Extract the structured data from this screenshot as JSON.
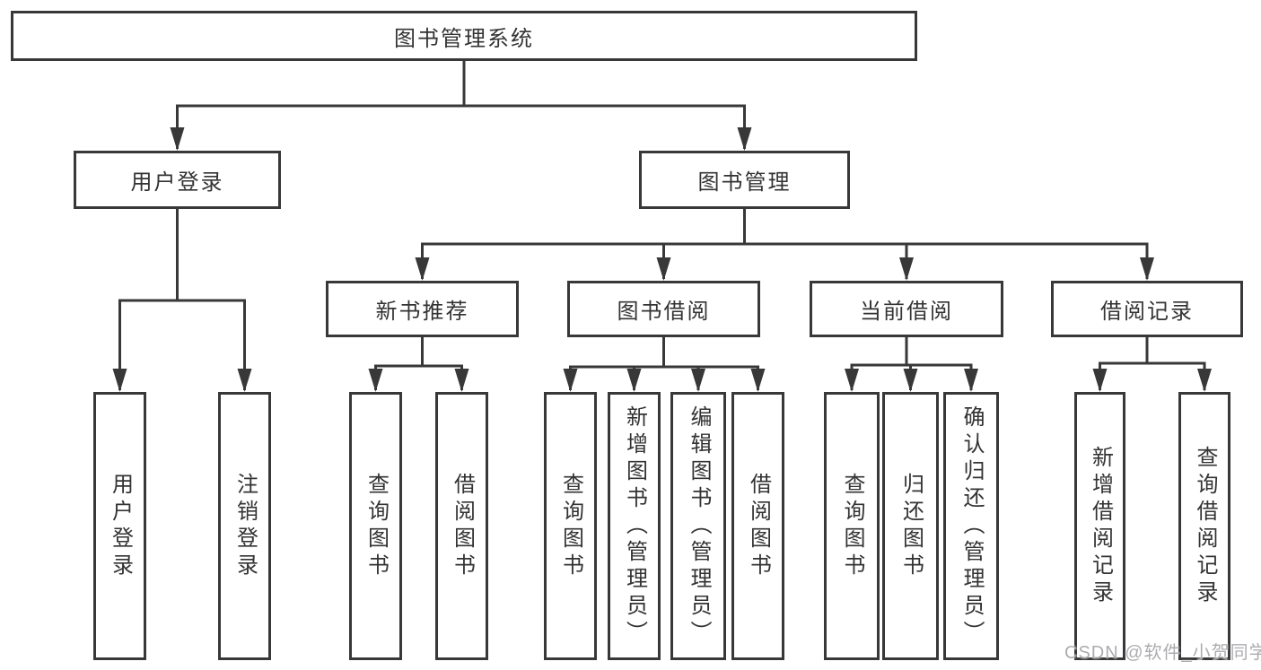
{
  "tree": {
    "label": "图书管理系统",
    "children": [
      {
        "label": "用户登录",
        "children": [
          {
            "label": "用户登录"
          },
          {
            "label": "注销登录"
          }
        ]
      },
      {
        "label": "图书管理",
        "children": [
          {
            "label": "新书推荐",
            "children": [
              {
                "label": "查询图书"
              },
              {
                "label": "借阅图书"
              }
            ]
          },
          {
            "label": "图书借阅",
            "children": [
              {
                "label": "查询图书"
              },
              {
                "label": "新增图书（管理员）"
              },
              {
                "label": "编辑图书（管理员）"
              },
              {
                "label": "借阅图书"
              }
            ]
          },
          {
            "label": "当前借阅",
            "children": [
              {
                "label": "查询图书"
              },
              {
                "label": "归还图书"
              },
              {
                "label": "确认归还（管理员）"
              }
            ]
          },
          {
            "label": "借阅记录",
            "children": [
              {
                "label": "新增借阅记录"
              },
              {
                "label": "查询借阅记录"
              }
            ]
          }
        ]
      }
    ]
  },
  "watermark": {
    "text": "CSDN @软件_小贺同学"
  },
  "colors": {
    "line": "#383838",
    "box_border": "#383838",
    "box_background": "#ffffff",
    "text": "#333333",
    "watermark": "#a8a8ad",
    "background": "#ffffff"
  }
}
